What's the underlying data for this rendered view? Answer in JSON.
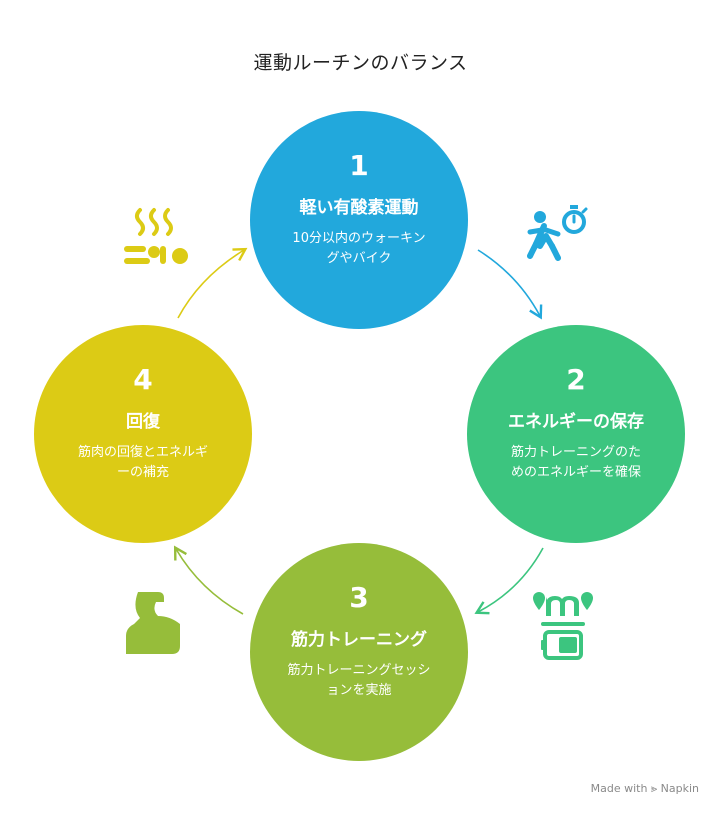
{
  "diagram": {
    "title": "運動ルーチンのバランス"
  },
  "steps": [
    {
      "number": "1",
      "title": "軽い有酸素運動",
      "desc_line1": "10分以内のウォーキン",
      "desc_line2": "グやバイク",
      "color": "#22a8dc"
    },
    {
      "number": "2",
      "title": "エネルギーの保存",
      "desc_line1": "筋力トレーニングのた",
      "desc_line2": "めのエネルギーを確保",
      "color": "#3cc57f"
    },
    {
      "number": "3",
      "title": "筋力トレーニング",
      "desc_line1": "筋力トレーニングセッシ",
      "desc_line2": "ョンを実施",
      "color": "#96bd3a"
    },
    {
      "number": "4",
      "title": "回復",
      "desc_line1": "筋肉の回復とエネルギ",
      "desc_line2": "ーの補充",
      "color": "#dccb15"
    }
  ],
  "icons": {
    "step1": "running-timer-icon",
    "step2": "battery-energy-icon",
    "step3": "flexed-arm-icon",
    "step4": "hot-spring-icon"
  },
  "footer": {
    "credit": "Made with ⪢ Napkin"
  }
}
